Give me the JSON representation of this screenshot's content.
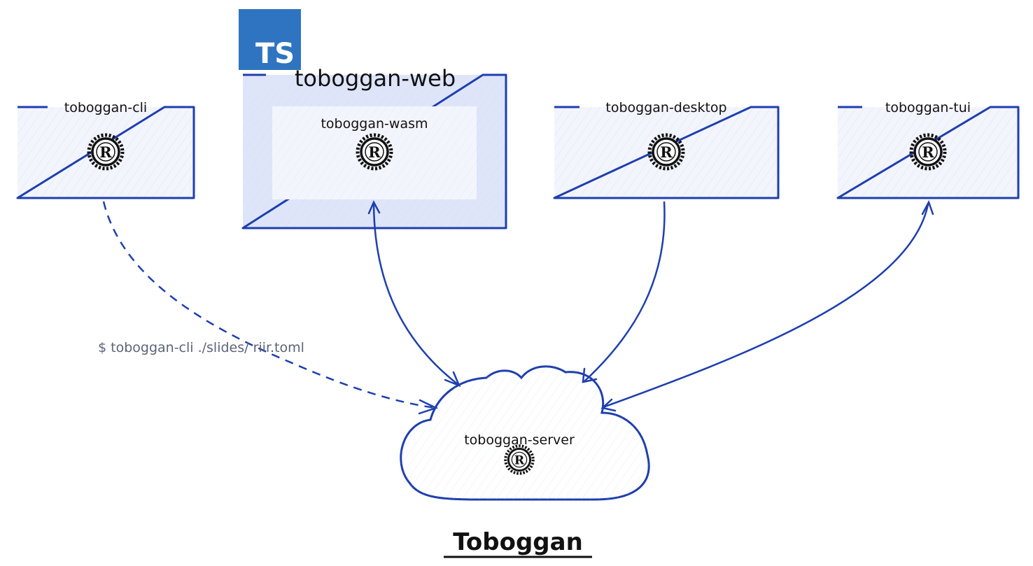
{
  "nodes": {
    "cli": "toboggan-cli",
    "web": "toboggan-web",
    "wasm": "toboggan-wasm",
    "desktop": "toboggan-desktop",
    "tui": "toboggan-tui",
    "server": "toboggan-server"
  },
  "badges": {
    "typescript": "TS",
    "rust": "R"
  },
  "edges": {
    "cli_command": "$ toboggan-cli ./slides/ riir.toml"
  },
  "title": "Toboggan",
  "colors": {
    "stroke": "#1e3fae",
    "fill": "#f3f5fd",
    "web_fill": "#dfe5f9",
    "typescript": "#2f74c0"
  },
  "icons": {
    "language": "rust-logo-icon",
    "web_language": "typescript-logo-icon"
  }
}
